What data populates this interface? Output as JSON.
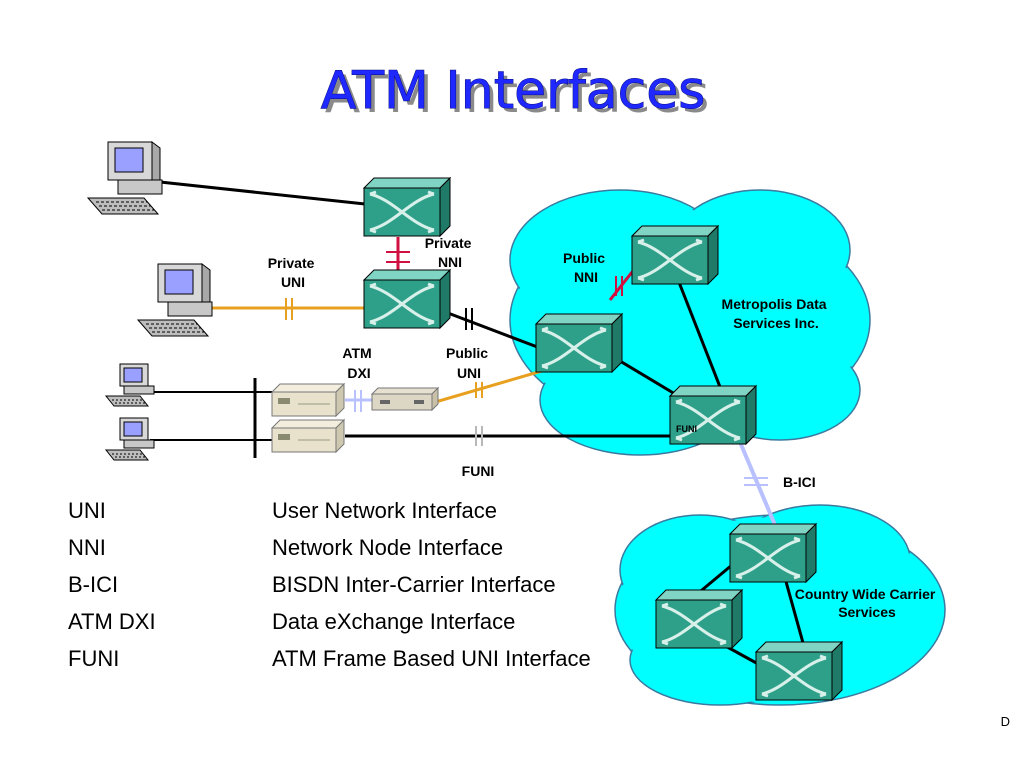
{
  "title": "ATM Interfaces",
  "labels": {
    "private_uni": [
      "Private",
      "UNI"
    ],
    "private_nni": [
      "Private",
      "NNI"
    ],
    "public_nni": [
      "Public",
      "NNI"
    ],
    "atm_dxi": [
      "ATM",
      "DXI"
    ],
    "public_uni": [
      "Public",
      "UNI"
    ],
    "funi_bottom": "FUNI",
    "funi_switch": "FUNI",
    "b_ici": "B-ICI",
    "metro_cloud": [
      "Metropolis Data",
      "Services Inc."
    ],
    "carrier_cloud": [
      "Country Wide Carrier",
      "Services"
    ]
  },
  "legend": [
    {
      "abbr": "UNI",
      "desc": "User Network Interface"
    },
    {
      "abbr": "NNI",
      "desc": "Network Node Interface"
    },
    {
      "abbr": "B-ICI",
      "desc": "BISDN Inter-Carrier Interface"
    },
    {
      "abbr": "ATM DXI",
      "desc": "Data eXchange Interface"
    },
    {
      "abbr": "FUNI",
      "desc": "ATM Frame Based UNI Interface"
    }
  ],
  "page_number": "D",
  "colors": {
    "cloud": "#00ffff",
    "switch": "#2ea08a",
    "uni_link": "#e8a020",
    "nni_link": "#d01040",
    "bici_link": "#b8c0ff",
    "title": "#1e28ff"
  }
}
